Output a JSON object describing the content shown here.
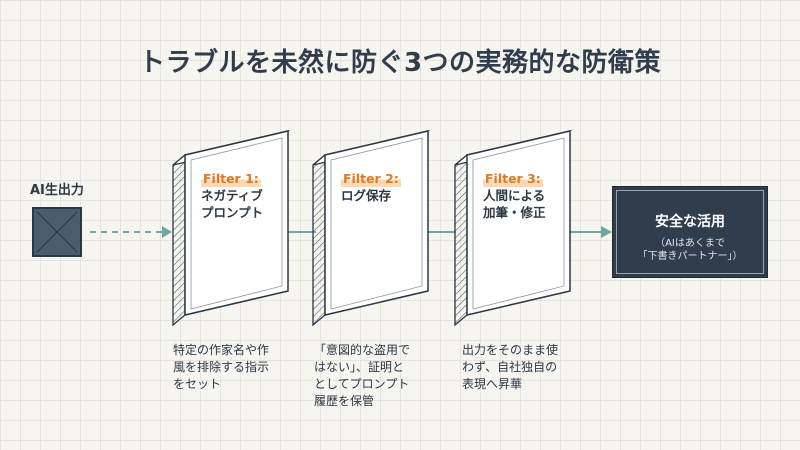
{
  "title": "トラブルを未然に防ぐ3つの実務的な防衛策",
  "input": {
    "label": "AI生出力",
    "icon": "crossed-box-icon"
  },
  "filters": [
    {
      "number": "Filter 1:",
      "name_lines": [
        "ネガティブ",
        "プロンプト"
      ],
      "description_lines": [
        "特定の作家名や作",
        "風を排除する指示",
        "をセット"
      ]
    },
    {
      "number": "Filter 2:",
      "name_lines": [
        "ログ保存"
      ],
      "description_lines": [
        "「意図的な盗用で",
        "はない」、証明と",
        "としてプロンプト",
        "履歴を保管"
      ]
    },
    {
      "number": "Filter 3:",
      "name_lines": [
        "人間による",
        "加筆・修正"
      ],
      "description_lines": [
        "出力をそのまま使",
        "わず、自社独自の",
        "表現へ昇華"
      ]
    }
  ],
  "output": {
    "title": "安全な活用",
    "note_lines": [
      "（AIはあくまで",
      "「下書きパートナー」）"
    ]
  },
  "colors": {
    "accent": "#e07a22",
    "highlight": "#fbd9b3",
    "flow_line": "#6fa7a5",
    "dark_navy": "#2f3d4c",
    "ai_box": "#4b5d6d"
  }
}
